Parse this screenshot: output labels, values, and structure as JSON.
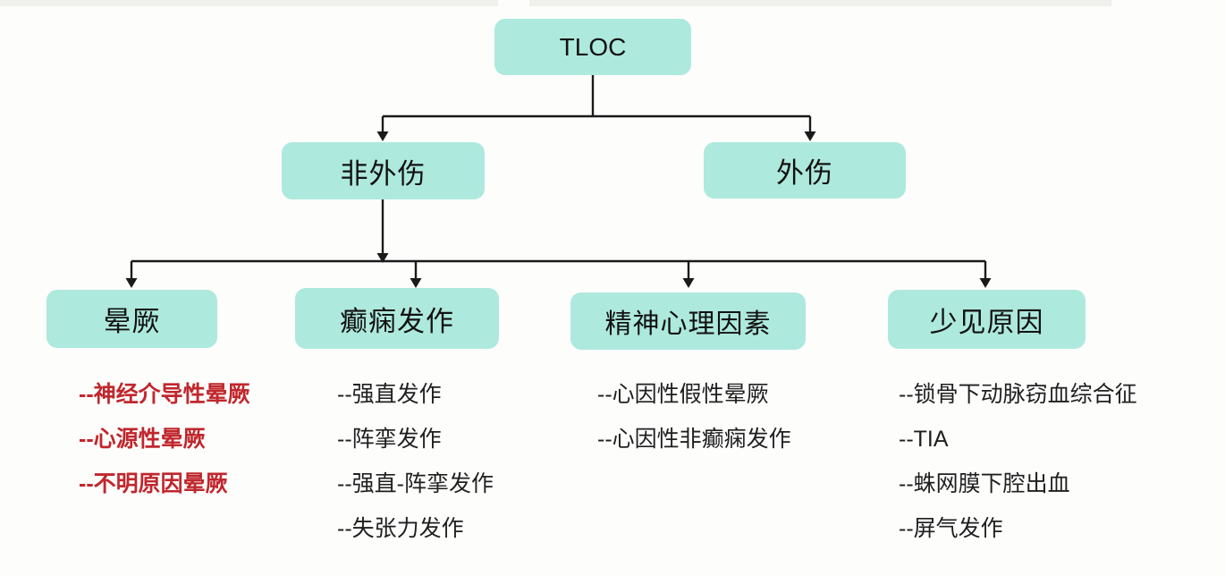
{
  "diagram": {
    "title": "TLOC classification flowchart",
    "root": {
      "label": "TLOC"
    },
    "level2": [
      {
        "id": "nontrauma",
        "label": "非外伤"
      },
      {
        "id": "trauma",
        "label": "外伤"
      }
    ],
    "level3": [
      {
        "id": "syncope",
        "label": "晕厥",
        "item_color": "#c0272d",
        "items": [
          "--神经介导性晕厥",
          "--心源性晕厥",
          "--不明原因晕厥"
        ]
      },
      {
        "id": "epilepsy",
        "label": "癫痫发作",
        "item_color": "#1f1f1f",
        "items": [
          "--强直发作",
          "--阵挛发作",
          "--强直-阵挛发作",
          "--失张力发作"
        ]
      },
      {
        "id": "psych",
        "label": "精神心理因素",
        "item_color": "#1f1f1f",
        "items": [
          "--心因性假性晕厥",
          "--心因性非癫痫发作"
        ]
      },
      {
        "id": "rare",
        "label": "少见原因",
        "item_color": "#1f1f1f",
        "items": [
          "--锁骨下动脉窃血综合征",
          "--TIA",
          "--蛛网膜下腔出血",
          "--屏气发作"
        ]
      }
    ],
    "colors": {
      "box_fill": "#aee9dd",
      "box_text": "#121212",
      "connector_line": "#1a1a1a",
      "syncope_list_text": "#c0272d",
      "list_text": "#1f1f1f",
      "background": "#fdfdfc"
    }
  }
}
